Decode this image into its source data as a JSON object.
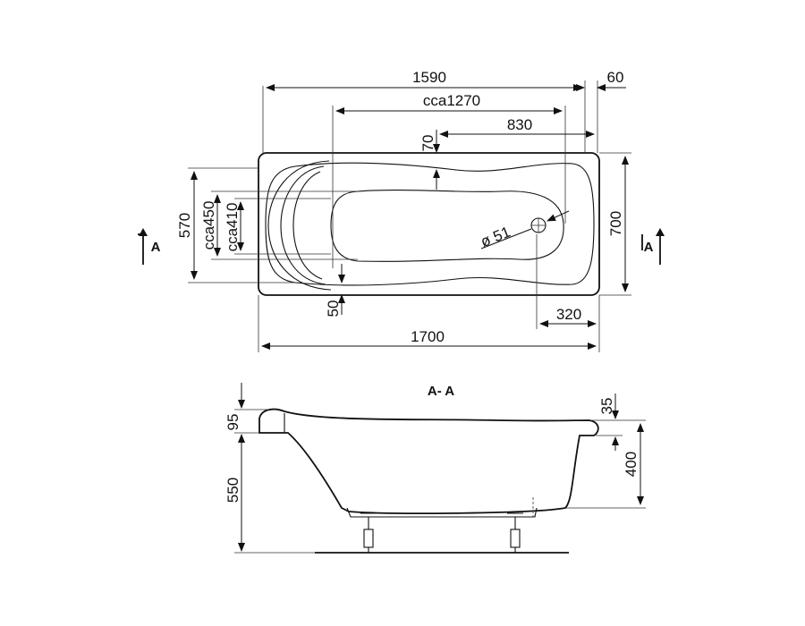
{
  "plan_view": {
    "dim_total_length": "1590",
    "dim_rim_offset": "60",
    "dim_inner_length": "cca1270",
    "dim_drain_offset": "830",
    "dim_top_rim": "70",
    "dim_outer_width": "570",
    "dim_inner_width_a": "cca450",
    "dim_inner_width_b": "cca410",
    "dim_drain_diameter": "ø 51",
    "dim_overall_width": "700",
    "dim_bottom_rim": "50",
    "dim_drain_side": "320",
    "dim_overall_length": "1700",
    "section_marker_left": "A",
    "section_marker_right": "A"
  },
  "section_view": {
    "title": "A- A",
    "dim_headrest": "95",
    "dim_leg_height": "550",
    "dim_rim_height": "35",
    "dim_depth": "400"
  }
}
